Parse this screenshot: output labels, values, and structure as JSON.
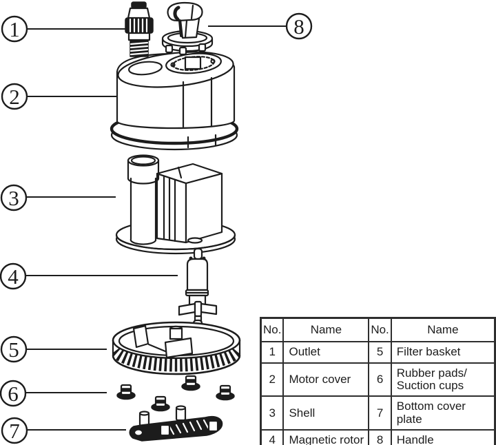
{
  "callouts": [
    "1",
    "2",
    "3",
    "4",
    "5",
    "6",
    "7",
    "8"
  ],
  "table": {
    "col_headers": [
      "No.",
      "Name"
    ],
    "entries": [
      {
        "no": "1",
        "name": "Outlet"
      },
      {
        "no": "2",
        "name": "Motor cover"
      },
      {
        "no": "3",
        "name": "Shell"
      },
      {
        "no": "4",
        "name": "Magnetic rotor"
      },
      {
        "no": "5",
        "name": "Filter basket"
      },
      {
        "no": "6",
        "name": "Rubber pads/\nSuction cups"
      },
      {
        "no": "7",
        "name": "Bottom cover plate"
      },
      {
        "no": "8",
        "name": "Handle"
      }
    ]
  },
  "colors": {
    "ink": "#1c1c1c",
    "background": "#ffffff",
    "table_border": "#2e2e2e"
  }
}
